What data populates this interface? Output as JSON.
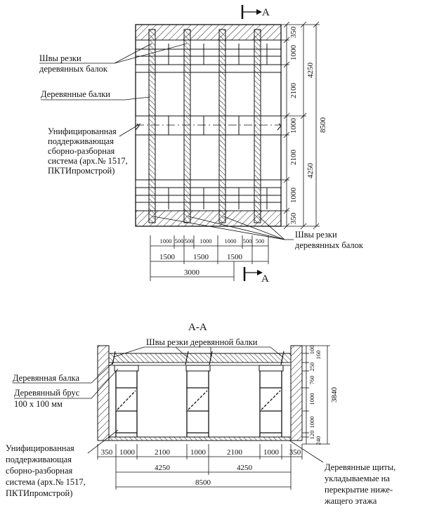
{
  "plan": {
    "section_mark": "А",
    "labels": {
      "cut_seams_top": [
        "Швы резки",
        "деревянных балок"
      ],
      "wood_beams": "Деревянные балки",
      "support_system": [
        "Унифицированная",
        "поддерживающая",
        "сборно-разборная",
        "система (арх.№ 1517,",
        "ПКТИпромстрой)"
      ],
      "cut_seams_bottom": [
        "Швы резки",
        "деревянных балок"
      ]
    },
    "dims_right_inner": [
      "350",
      "1000",
      "2100",
      "1000",
      "2100",
      "1000",
      "350"
    ],
    "dims_right_middle": [
      "4250",
      "4250"
    ],
    "dims_right_outer": "8500",
    "dims_bottom_small": [
      "1000",
      "500",
      "500",
      "1000",
      "1000",
      "500",
      "500"
    ],
    "dims_bottom_mid": [
      "1500",
      "1500",
      "1500"
    ],
    "dims_bottom_total": "3000"
  },
  "section": {
    "title": "А-А",
    "labels": {
      "cut_seams": "Швы резки деревянной балки",
      "wood_beam": "Деревянная балка",
      "wood_bar": [
        "Деревянный брус",
        "100 х 100 мм"
      ],
      "support_system": [
        "Унифицированная",
        "поддерживающая",
        "сборно-разборная",
        "система (арх.№ 1517,",
        "ПКТИпромстрой)"
      ],
      "wood_panels": [
        "Деревянные щиты,",
        "укладываемые на",
        "перекрытие ниже-",
        "жащего этажа"
      ]
    },
    "dims_right_small": [
      "100",
      "160",
      "250",
      "760",
      "1000",
      "1000",
      "120",
      "240"
    ],
    "dims_right_total": "3840",
    "dims_bottom_small": [
      "350",
      "1000",
      "2100",
      "1000",
      "2100",
      "1000",
      "350"
    ],
    "dims_bottom_mid": [
      "4250",
      "4250"
    ],
    "dims_bottom_total": "8500"
  }
}
